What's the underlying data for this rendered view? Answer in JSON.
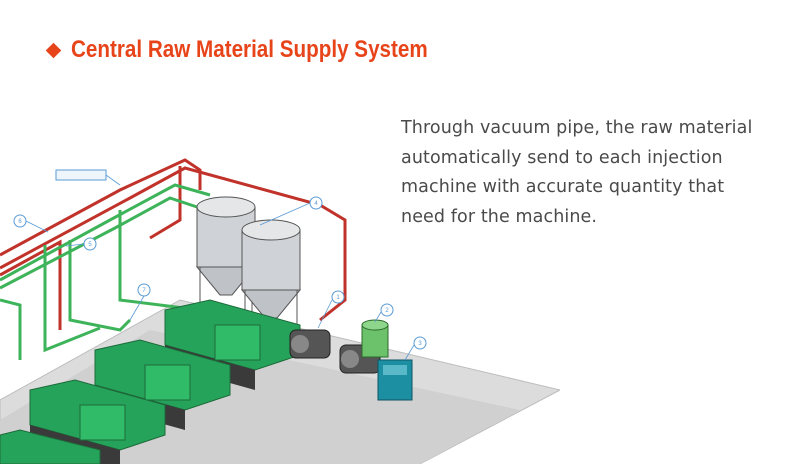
{
  "header": {
    "title": "Central Raw Material Supply System"
  },
  "description": {
    "line1": "Through vacuum pipe, the raw material",
    "line2": "automatically send to each injection",
    "line3": "machine with accurate quantity that",
    "line4": "need for the machine."
  },
  "illustration": {
    "callouts": [
      "6",
      "5",
      "4",
      "7",
      "1",
      "2",
      "3"
    ],
    "colors": {
      "accent": "#e8441a",
      "machine_green": "#26a35a",
      "pipe_red": "#c0322a",
      "pipe_green": "#3db35a",
      "floor_gray": "#d7d7d7",
      "hopper_steel": "#c9ccd0",
      "dryer_teal": "#1c8fa3"
    }
  }
}
